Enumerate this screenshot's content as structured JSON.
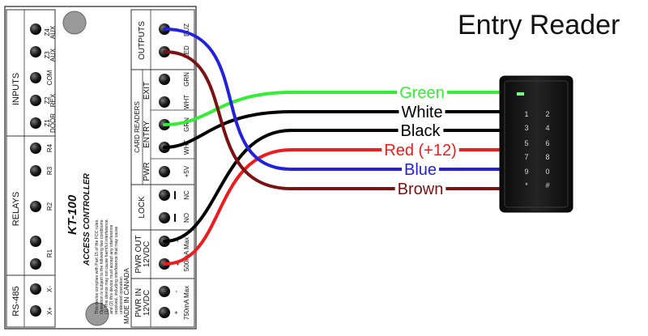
{
  "title": "Entry Reader",
  "controller": {
    "model": "KT-100",
    "name": "ACCESS CONTROLLER",
    "made_in": "MADE IN CANADA",
    "notice": [
      "This device complies with Part 15 of the FCC rules.",
      "Operation is subject to the following two conditions:",
      "(1) This device may not cause harmful interference,",
      "and (2) this device must accept any interference",
      "received, including interference that may cause",
      "undesired operation."
    ],
    "sections": {
      "inputs": "INPUTS",
      "relays": "RELAYS",
      "rs485": "RS-485",
      "outputs": "OUTPUTS",
      "card_readers": "CARD READERS",
      "exit": "EXIT",
      "entry": "ENTRY",
      "pwr": "PWR",
      "lock": "LOCK",
      "pwr_out": "PWR OUT",
      "pwr_out_v": "12VDC",
      "pwr_in": "PWR IN",
      "pwr_in_v": "12VDC"
    },
    "inputs": [
      {
        "top": "Z4",
        "bottom": "AUX"
      },
      {
        "top": "Z3",
        "bottom": "AUX"
      },
      {
        "top": "COM",
        "bottom": ""
      },
      {
        "top": "Z2",
        "bottom": "REX"
      },
      {
        "top": "Z1",
        "bottom": "DOOR"
      }
    ],
    "relays": [
      "R4",
      "R3",
      "R2",
      "R1"
    ],
    "rs485_terms": [
      "X-",
      "X+"
    ],
    "outputs_terms": [
      "BUZ",
      "LED"
    ],
    "exit_terms": [
      "GRN",
      "WHT"
    ],
    "entry_terms": [
      "GRN",
      "WHT"
    ],
    "pwr_terms": [
      "+5V"
    ],
    "lock_terms": [
      "NC",
      "NO"
    ],
    "pwr_out_terms": [
      "-",
      "+"
    ],
    "pwr_out_max": "500mA Max",
    "pwr_in_terms": [
      "-",
      "+"
    ],
    "pwr_in_max": "750mA Max"
  },
  "wires": [
    {
      "label": "Green",
      "color": "#33ee33"
    },
    {
      "label": "White",
      "color": "#000000"
    },
    {
      "label": "Black",
      "color": "#000000"
    },
    {
      "label": "Red (+12)",
      "color": "#ee1c1c"
    },
    {
      "label": "Blue",
      "color": "#2222dd"
    },
    {
      "label": "Brown",
      "color": "#7a1212"
    }
  ],
  "keypad": [
    "1",
    "2",
    "3",
    "4",
    "5",
    "6",
    "7",
    "8",
    "9",
    "0",
    "*",
    "#"
  ]
}
